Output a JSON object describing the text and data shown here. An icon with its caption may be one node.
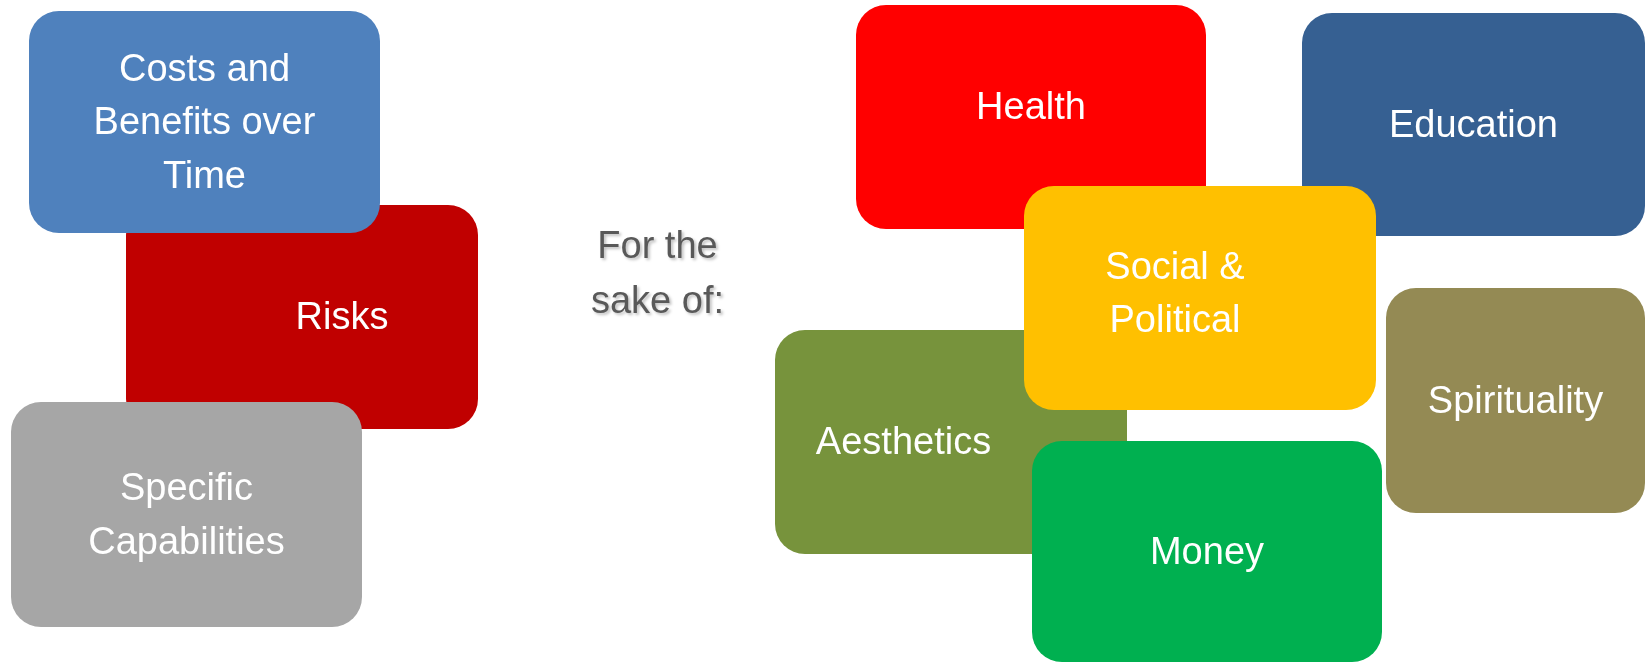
{
  "diagram": {
    "nodes": [
      {
        "text": [
          "Costs and Benefits over Time"
        ]
      },
      {
        "text": [
          "Risks"
        ]
      },
      {
        "text": [
          "Specific Capabilities"
        ]
      },
      {
        "text": [
          "Health"
        ]
      },
      {
        "text": [
          "Education"
        ]
      },
      {
        "text": [
          "Social & Political"
        ]
      },
      {
        "text": [
          "Aesthetics"
        ]
      },
      {
        "text": [
          "Spirituality"
        ]
      },
      {
        "text": [
          "Money"
        ]
      }
    ],
    "labels": [
      "For the sake of:"
    ]
  }
}
